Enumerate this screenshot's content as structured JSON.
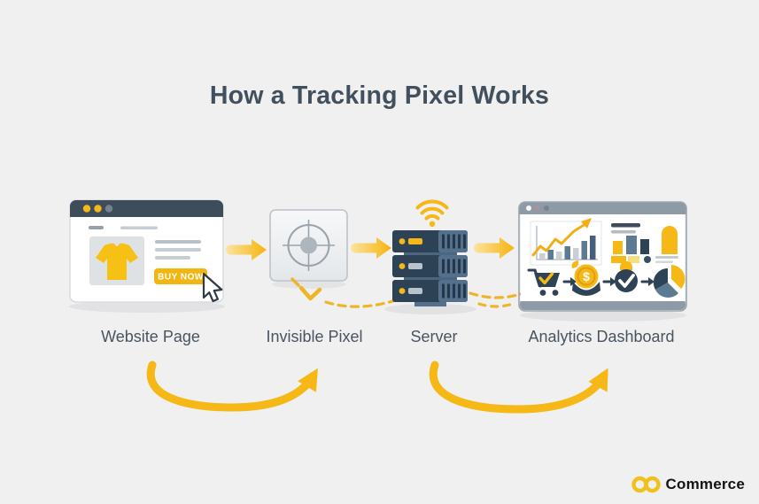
{
  "title": "How a Tracking Pixel Works",
  "steps": [
    {
      "id": "website-page",
      "label": "Website Page"
    },
    {
      "id": "invisible-pixel",
      "label": "Invisible Pixel"
    },
    {
      "id": "server",
      "label": "Server"
    },
    {
      "id": "analytics-dashboard",
      "label": "Analytics Dashboard"
    }
  ],
  "website_window": {
    "buy_button_label": "BUY NOW"
  },
  "coin": {
    "symbol": "$"
  },
  "logo": {
    "brand": "Commerce"
  },
  "icons": [
    "browser-window-icon",
    "tshirt-icon",
    "cursor-icon",
    "crosshair-pixel-icon",
    "wifi-icon",
    "server-stack-icon",
    "trend-chart-icon",
    "bar-chart-icon",
    "cart-icon",
    "dollar-coin-icon",
    "check-badge-icon",
    "pie-chart-icon",
    "flow-arrow-icon",
    "dashed-flow-icon",
    "loop-arrow-icon",
    "infinity-logo-icon"
  ],
  "colors": {
    "background": "#f0f0f1",
    "ink": "#42505e",
    "yellow": "#f5b817",
    "navy": "#2e4356",
    "steel": "#5d7a93",
    "window_gray": "#8e9aa5"
  }
}
